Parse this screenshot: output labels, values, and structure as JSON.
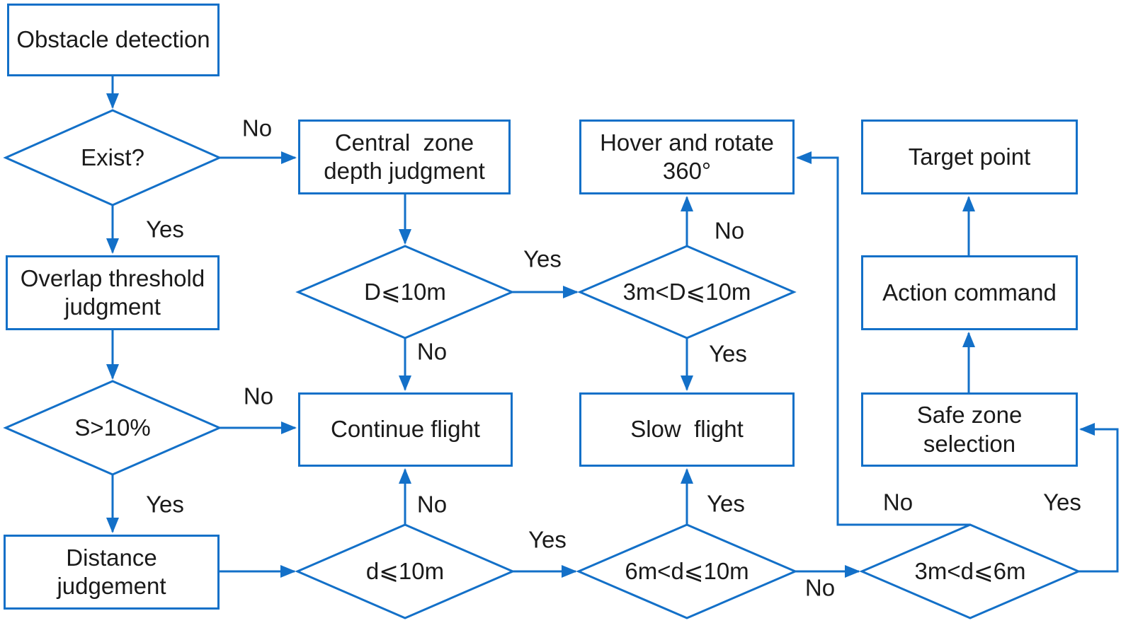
{
  "diagram": {
    "colors": {
      "accent": "#1370c8",
      "text": "#1a1a1a"
    },
    "nodes": {
      "obstacle_detection": "Obstacle detection",
      "exist": "Exist?",
      "central_zone_depth": "Central  zone\ndepth judgment",
      "hover_rotate": "Hover and rotate\n360°",
      "target_point": "Target point",
      "overlap_threshold": "Overlap threshold\njudgment",
      "d_le_10": "D⩽10m",
      "three_lt_D_le_10": "3m<D⩽10m",
      "action_command": "Action command",
      "s_gt_10": "S>10%",
      "continue_flight": "Continue flight",
      "slow_flight": "Slow  flight",
      "safe_zone_selection": "Safe zone\nselection",
      "distance_judgement": "Distance\njudgement",
      "d_small_le_10": "d⩽10m",
      "six_lt_d_le_10": "6m<d⩽10m",
      "three_lt_d_le_6": "3m<d⩽6m"
    },
    "edge_labels": {
      "exist_no": "No",
      "exist_yes": "Yes",
      "d10_yes": "Yes",
      "d10_no": "No",
      "D310_no": "No",
      "D310_yes": "Yes",
      "s10_no": "No",
      "s10_yes": "Yes",
      "dsmall_no": "No",
      "dsmall_yes": "Yes",
      "d610_yes": "Yes",
      "d610_no": "No",
      "d36_no": "No",
      "d36_yes": "Yes"
    }
  }
}
